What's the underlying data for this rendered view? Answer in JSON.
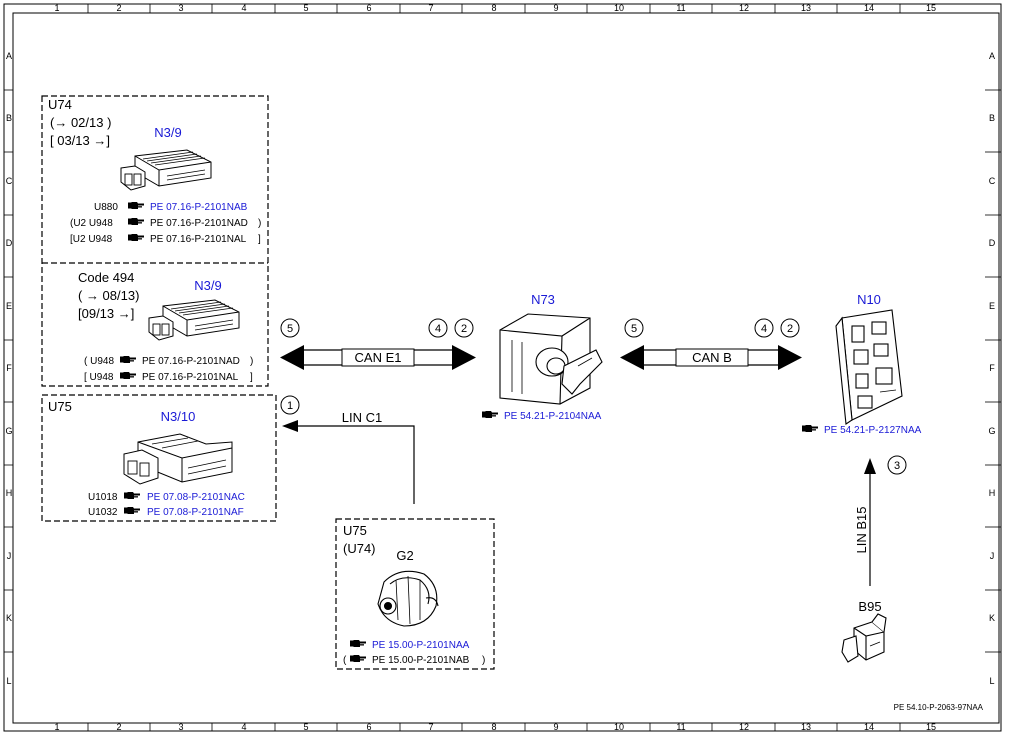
{
  "frame": {
    "columns": [
      "1",
      "2",
      "3",
      "4",
      "5",
      "6",
      "7",
      "8",
      "9",
      "10",
      "11",
      "12",
      "13",
      "14",
      "15"
    ],
    "rows": [
      "A",
      "B",
      "C",
      "D",
      "E",
      "F",
      "G",
      "H",
      "J",
      "K",
      "L"
    ],
    "doc_id": "PE 54.10-P-2063-97NAA"
  },
  "group_u74": {
    "title": "U74",
    "date_a": "(→ 02/13 )",
    "date_b": "[ 03/13 →]",
    "component": "N3/9",
    "refs": [
      {
        "prefix": "U880",
        "ref": "PE 07.16-P-2101NAB",
        "suffix": ""
      },
      {
        "prefix": "(U2  U948",
        "ref": "PE 07.16-P-2101NAD",
        "suffix": ")"
      },
      {
        "prefix": "[U2  U948",
        "ref": "PE 07.16-P-2101NAL",
        "suffix": "]"
      }
    ]
  },
  "group_code494": {
    "title": "Code 494",
    "date_a": "( → 08/13)",
    "date_b": "[09/13  →]",
    "component": "N3/9",
    "refs": [
      {
        "prefix": "( U948",
        "ref": "PE 07.16-P-2101NAD",
        "suffix": ")"
      },
      {
        "prefix": "[ U948",
        "ref": "PE 07.16-P-2101NAL",
        "suffix": "]"
      }
    ]
  },
  "group_u75": {
    "title": "U75",
    "component": "N3/10",
    "refs": [
      {
        "prefix": "U1018",
        "ref": "PE 07.08-P-2101NAC"
      },
      {
        "prefix": "U1032",
        "ref": "PE 07.08-P-2101NAF"
      }
    ]
  },
  "group_g2": {
    "title": "U75",
    "subtitle": "(U74)",
    "component": "G2",
    "ref_a": "PE 15.00-P-2101NAA",
    "ref_b_prefix": "(",
    "ref_b": "PE 15.00-P-2101NAB",
    "ref_b_suffix": ")"
  },
  "n73": {
    "label": "N73",
    "ref": "PE 54.21-P-2104NAA"
  },
  "n10": {
    "label": "N10",
    "ref": "PE 54.21-P-2127NAA"
  },
  "b95": {
    "label": "B95"
  },
  "buses": {
    "can_e1": {
      "label": "CAN E1",
      "left_num": "5",
      "right_nums": [
        "4",
        "2"
      ]
    },
    "can_b": {
      "label": "CAN B",
      "left_num": "5",
      "right_nums": [
        "4",
        "2"
      ]
    },
    "lin_c1": {
      "label": "LIN C1",
      "num": "1"
    },
    "lin_b15": {
      "label": "LIN B15",
      "num": "3"
    }
  },
  "colors": {
    "link_blue": "#1a1ad6",
    "line": "#000000"
  }
}
